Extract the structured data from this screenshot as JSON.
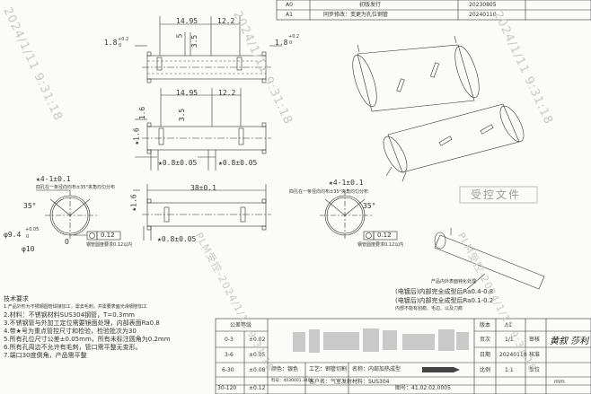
{
  "revisions": [
    {
      "rev": "A0",
      "desc": "初版发行",
      "date": "20230805"
    },
    {
      "rev": "A1",
      "desc": "同步修改：变更为孔位钢管",
      "date": "20240110"
    }
  ],
  "dims": {
    "top_14_95": "14.95",
    "top_12_2": "12.2",
    "top_5": "5",
    "top_3_5": "3.5",
    "left_1_8": "1.8",
    "left_plus": "+0.2",
    "left_zero": "0",
    "right_1_8": "1.8",
    "mid_14_95": "14.95",
    "mid_12_2": "12.2",
    "mid_1_6": "1.6",
    "mid_3_5": "3.5",
    "mid_08_a": "★0.8±0.05",
    "mid_08_b": "★0.8±0.05",
    "bot_38": "38±0.1",
    "bot_08": "★0.8±0.05",
    "star_1_6": "★1.6",
    "phi_41_left": "★4-1±0.1",
    "phi_41_right": "★4-1±0.1",
    "angle_left": "35°",
    "angle_right": "35°",
    "hole_note_left": "四孔在一条径向均布±35°夹角均匀分布",
    "hole_note_right": "四孔在一条径向均布±35°夹角均匀分布",
    "phi94": "φ9.4",
    "phi94_plus": "+0.05",
    "phi94_zero": "0",
    "phi10": "φ10",
    "ref_o": "O",
    "roundness_left": "0.12",
    "roundness_right": "0.12",
    "roundness_note_left": "钢管圆度要求0.12以内",
    "roundness_note_right": "钢管圆度要求0.12以内"
  },
  "stamp": "受控文件",
  "coating_notes": [
    "产品内外表面钝化处理",
    "(电镀后)内部完全成型后Ra0.4-0.8",
    "(电镀后)内部完全成型后Ra0.1-0.2",
    "内部不能有刮痕、毛边、以及刀痕"
  ],
  "tech_title": "技术要求",
  "tech_notes": [
    "1.产品外形为不锈钢圆管焊接加工，需去毛刺，并需要表面光滑钢管加工",
    "2.材料：不锈钢材料SUS304钢管，T=0.3mm",
    "3.不锈钢管与外加工定位需要镜面处理，内部表面Ra0.8",
    "4.带★号为重点管控尺寸和检验，检验批次为30",
    "5.所有孔位尺寸公差±0.05mm，所有未标注圆角为0.2mm",
    "6.所有孔周边不允许有毛刺，管口需平整无变形。",
    "7.端口30度倒角，产品需平整"
  ],
  "tolerance_table": {
    "header": [
      "公差等级",
      ""
    ],
    "rows": [
      [
        "0-3",
        "±0.02"
      ],
      [
        "3-6",
        "±0.05"
      ],
      [
        "6-30",
        "±0.08"
      ],
      [
        "30-120",
        "±0.12"
      ]
    ]
  },
  "title_block": {
    "rev_label": "版本",
    "rev_value": "A1",
    "page_label": "页次",
    "page_value": "1/1",
    "date_label": "日期",
    "date_value": "20240110",
    "scale_label": "比例",
    "scale_value": "1:1",
    "draw_label": "审核",
    "approve_label": "核准",
    "unit_label": "单位",
    "unit_value": "mm",
    "color_label": "颜色：银色",
    "process_label": "工艺：钢管切割",
    "desc_label": "名称：内部加热成型",
    "customer_label": "客户名：气室发射",
    "material_label": "材料：SUS304",
    "partno_label": "图号：41.02.02.0005",
    "drawno_label": "料号：4030001.3401",
    "signature": "黄叙 莎利"
  },
  "watermark_lines": [
    "2024/1/11 9:31:18",
    "PLM受控-2024/1/11 9:31:18"
  ]
}
